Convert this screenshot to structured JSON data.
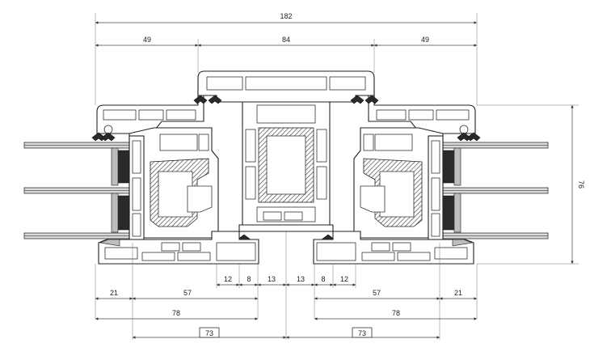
{
  "dimensions": {
    "overall_width": "182",
    "left_outer": "49",
    "center": "84",
    "right_outer": "49",
    "height": "76",
    "left_glass": "21",
    "left_sash": "57",
    "left_frame": "78",
    "left_boxed": "73",
    "left_12": "12",
    "left_8": "8",
    "left_13": "13",
    "right_13": "13",
    "right_8": "8",
    "right_12": "12",
    "right_sash": "57",
    "right_glass": "21",
    "right_frame": "78",
    "right_boxed": "73"
  }
}
